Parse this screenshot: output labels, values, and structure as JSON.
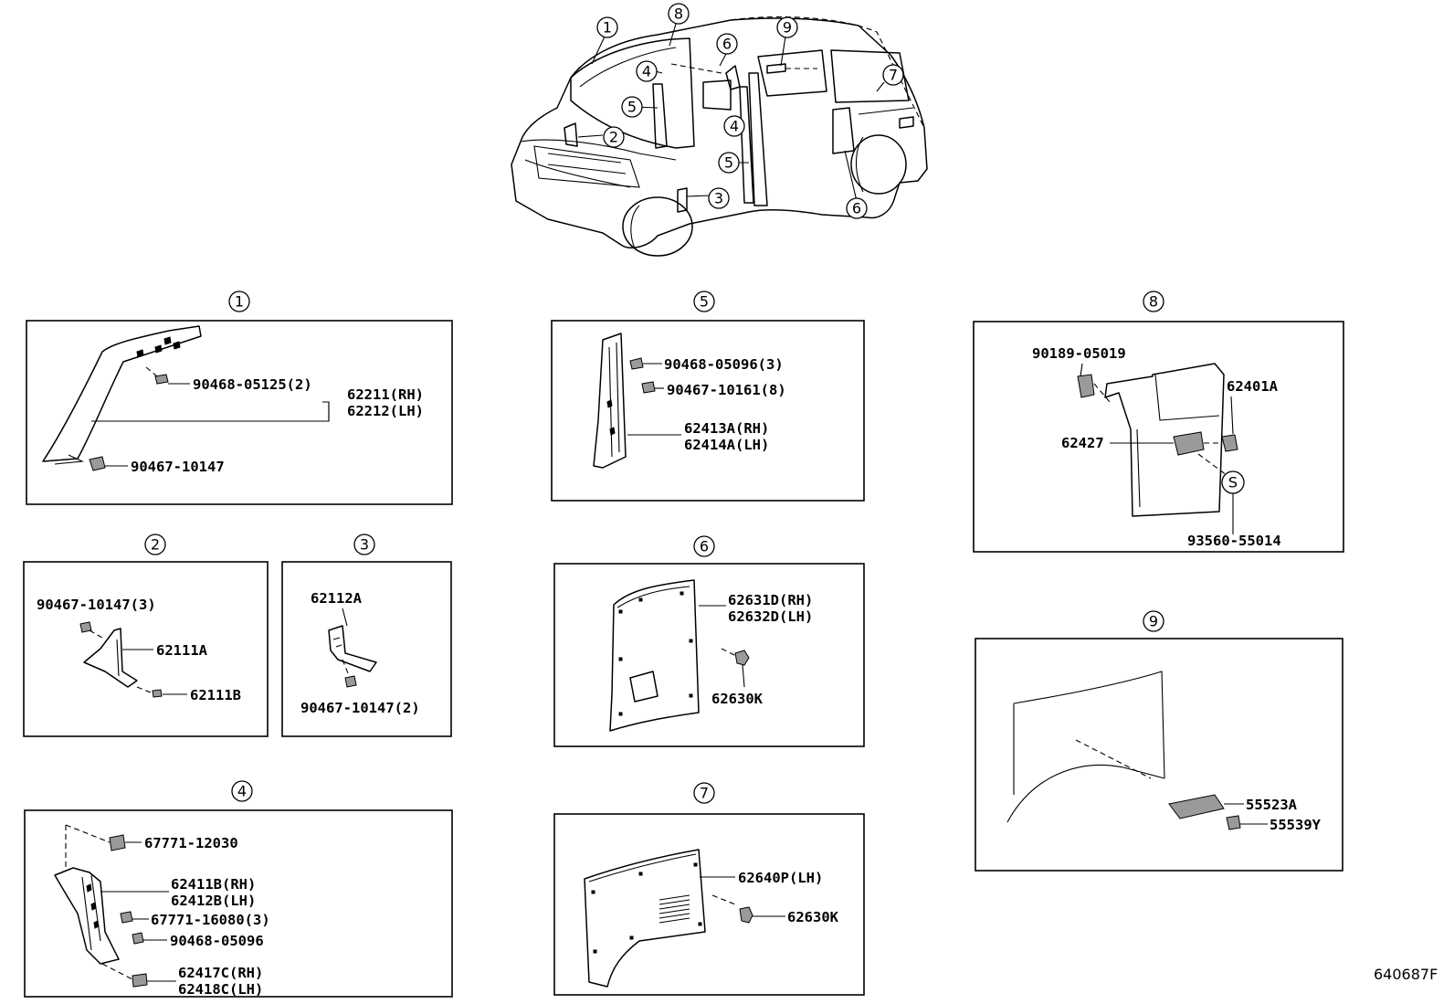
{
  "overview": {
    "callouts": [
      "1",
      "8",
      "9",
      "6",
      "4",
      "7",
      "5",
      "2",
      "4",
      "5",
      "3",
      "6"
    ]
  },
  "panels": {
    "p1": {
      "number": "1",
      "labels": [
        "90468-05125(2)",
        "62211(RH)",
        "62212(LH)",
        "90467-10147"
      ]
    },
    "p2": {
      "number": "2",
      "labels": [
        "90467-10147(3)",
        "62111A",
        "62111B"
      ]
    },
    "p3": {
      "number": "3",
      "labels": [
        "62112A",
        "90467-10147(2)"
      ]
    },
    "p4": {
      "number": "4",
      "labels": [
        "67771-12030",
        "62411B(RH)",
        "62412B(LH)",
        "67771-16080(3)",
        "90468-05096",
        "62417C(RH)",
        "62418C(LH)"
      ]
    },
    "p5": {
      "number": "5",
      "labels": [
        "90468-05096(3)",
        "90467-10161(8)",
        "62413A(RH)",
        "62414A(LH)"
      ]
    },
    "p6": {
      "number": "6",
      "labels": [
        "62631D(RH)",
        "62632D(LH)",
        "62630K"
      ]
    },
    "p7": {
      "number": "7",
      "labels": [
        "62640P(LH)",
        "62630K"
      ]
    },
    "p8": {
      "number": "8",
      "labels": [
        "90189-05019",
        "62401A",
        "62427",
        "S",
        "93560-55014"
      ]
    },
    "p9": {
      "number": "9",
      "labels": [
        "55523A",
        "55539Y"
      ]
    }
  },
  "diagram_code": "640687F"
}
